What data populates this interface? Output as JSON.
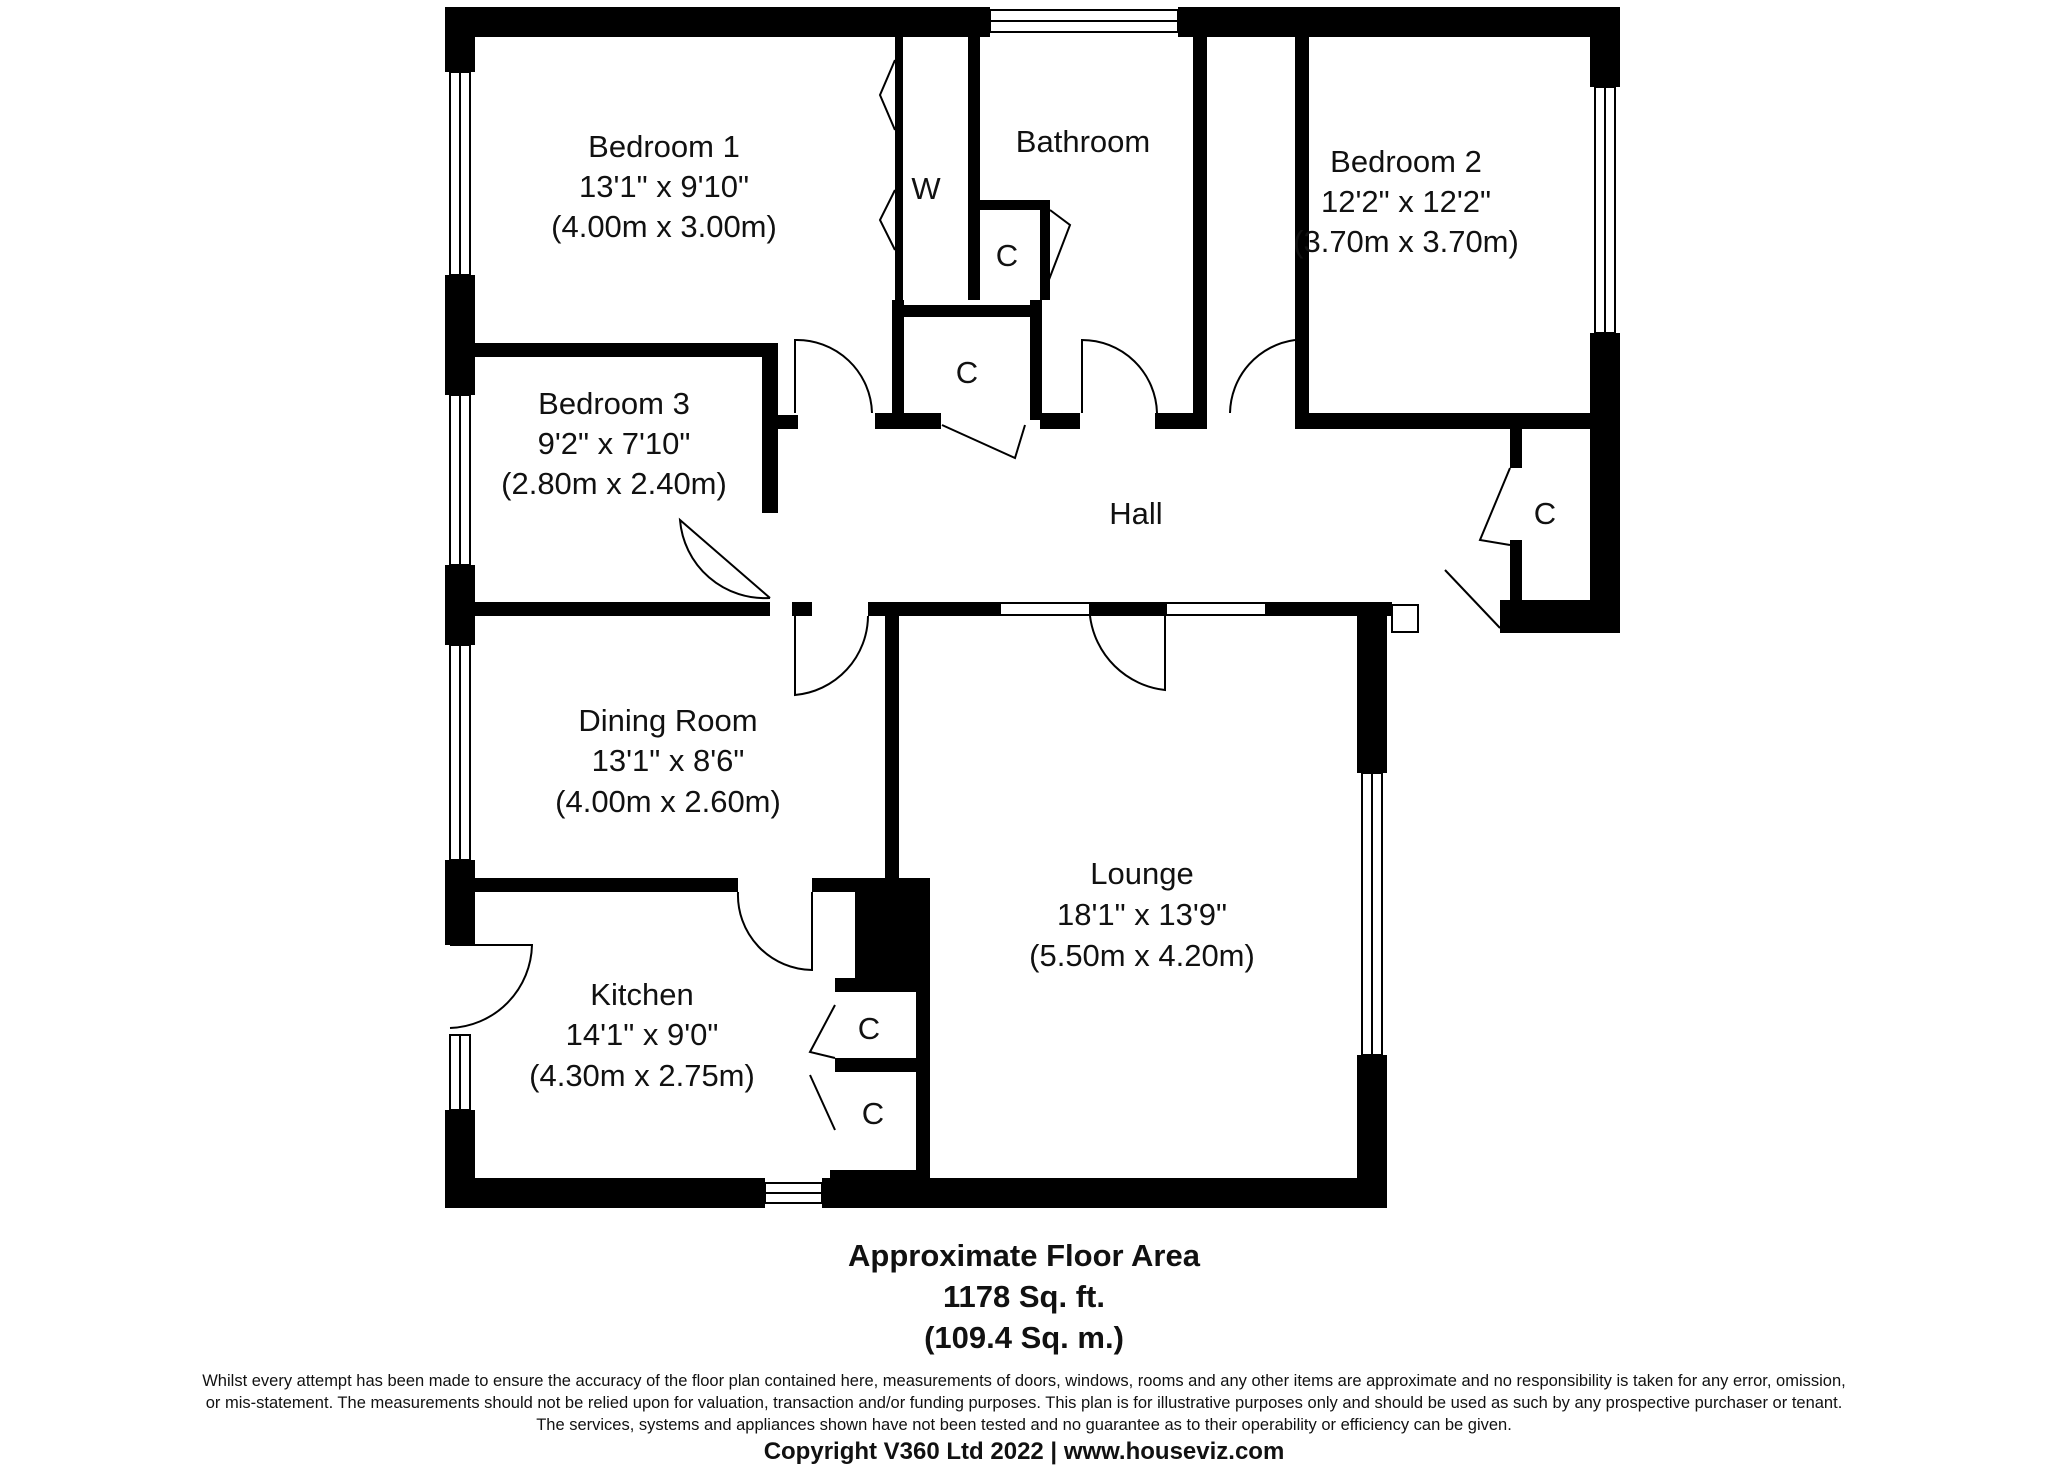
{
  "rooms": [
    {
      "id": "bedroom-1",
      "name": "Bedroom 1",
      "imperial": "13'1\" x 9'10\"",
      "metric": "(4.00m x 3.00m)"
    },
    {
      "id": "bathroom",
      "name": "Bathroom"
    },
    {
      "id": "bedroom-2",
      "name": "Bedroom 2",
      "imperial": "12'2\" x 12'2\"",
      "metric": "(3.70m x 3.70m)"
    },
    {
      "id": "bedroom-3",
      "name": "Bedroom 3",
      "imperial": "9'2\" x 7'10\"",
      "metric": "(2.80m x 2.40m)"
    },
    {
      "id": "hall",
      "name": "Hall"
    },
    {
      "id": "dining-room",
      "name": "Dining Room",
      "imperial": "13'1\" x 8'6\"",
      "metric": "(4.00m x 2.60m)"
    },
    {
      "id": "lounge",
      "name": "Lounge",
      "imperial": "18'1\" x 13'9\"",
      "metric": "(5.50m x 4.20m)"
    },
    {
      "id": "kitchen",
      "name": "Kitchen",
      "imperial": "14'1\" x 9'0\"",
      "metric": "(4.30m x 2.75m)"
    }
  ],
  "small_labels": {
    "wardrobe": "W",
    "cupboard": "C"
  },
  "floor_area": {
    "heading": "Approximate Floor Area",
    "sq_ft": "1178 Sq. ft.",
    "sq_m": "(109.4 Sq. m.)"
  },
  "disclaimer": {
    "line1": "Whilst every attempt has been made to ensure the accuracy of the floor plan contained here, measurements of doors, windows, rooms and any other items are approximate and no responsibility is taken for any error, omission,",
    "line2": "or mis-statement. The measurements should not be relied upon for valuation, transaction and/or funding purposes. This plan is for illustrative purposes only and should be used as such by any prospective purchaser or tenant.",
    "line3": "The services, systems and appliances shown have not been tested and no guarantee as to their operability or efficiency can be given."
  },
  "copyright": "Copyright V360 Ltd 2022 | www.houseviz.com",
  "colors": {
    "wall": "#000000",
    "background": "#ffffff",
    "text": "#111111"
  }
}
